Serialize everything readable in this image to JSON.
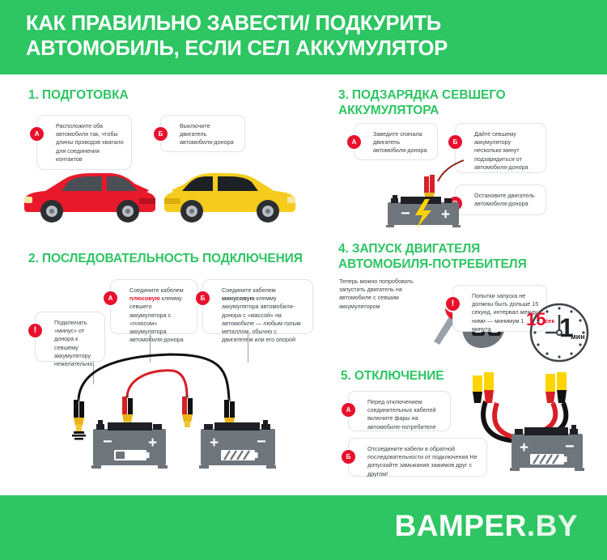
{
  "header": {
    "title_line1": "КАК ПРАВИЛЬНО ЗАВЕСТИ/ ПОДКУРИТЬ",
    "title_line2": "АВТОМОБИЛЬ, ЕСЛИ СЕЛ АККУМУЛЯТОР"
  },
  "footer": {
    "logo_main": "BAMPER",
    "logo_tld": ".BY"
  },
  "colors": {
    "brand_green": "#2ec563",
    "accent_red": "#e8112d",
    "text_dark": "#3d4349",
    "box_border": "#dfe3e8",
    "car_red": "#e8192b",
    "car_yellow": "#f5cc1e",
    "battery_gray": "#6e757b",
    "bolt_yellow": "#ffd400"
  },
  "sections": [
    {
      "id": "1",
      "title": "1. ПОДГОТОВКА",
      "items": [
        {
          "badge": "А",
          "text": "Расположите оба автомобиля так, чтобы длины проводов хватало для соединения контактов"
        },
        {
          "badge": "Б",
          "text": "Выключите двигатель автомобиля-донора"
        }
      ],
      "illustration": "two-cars-red-and-yellow-hoods-open"
    },
    {
      "id": "2",
      "title": "2. ПОСЛЕДОВАТЕЛЬНОСТЬ ПОДКЛЮЧЕНИЯ",
      "items": [
        {
          "badge": "!",
          "text_parts": [
            "Подключать «минус» от донора к севшему аккумулятору нежелательно"
          ],
          "text": "Подключать «минус» от донора к севшему аккумулятору нежелательно"
        },
        {
          "badge": "А",
          "text": "Соединитe кабелем плюсовую клемму севшего аккумулятора с «плюсом» аккумулятора автомобиля-донора",
          "prefix": "Соединитe кабелем ",
          "highlight": "плюсовую",
          "suffix": " клемму севшего аккумулятора с «плюсом» аккумулятора автомобиля-донора"
        },
        {
          "badge": "Б",
          "text": "Соединитe кабелем минусовую клемму аккумулятора автомобиля-донора с «массой» на автомобиле — любым голым металлом, обычно с двигателем или его опорой",
          "prefix": "Соединитe кабелем ",
          "highlight": "минусовую",
          "suffix": " клемму аккумулятора автомобиля-донора с «массой» на автомобиле — любым голым металлом, обычно с двигателем или его опорой"
        }
      ],
      "illustration": "two-batteries-with-jumper-cables-and-ground"
    },
    {
      "id": "3",
      "title_line1": "3. ПОДЗАРЯДКА СЕВШЕГО",
      "title_line2": "АККУМУЛЯТОРА",
      "title": "3. ПОДЗАРЯДКА СЕВШЕГО АККУМУЛЯТОРА",
      "items": [
        {
          "badge": "А",
          "text": "Заведите сначала двигатель автомобиля-донора"
        },
        {
          "badge": "Б",
          "text": "Дайте севшему аккумулятору несколько минут подзарядиться от автомобиля-донора"
        },
        {
          "badge": "В",
          "text": "Остановите двигатель автомобиля-донора"
        }
      ],
      "illustration": "battery-with-lightning-bolt-and-clamps"
    },
    {
      "id": "4",
      "title_line1": "4. ЗАПУСК ДВИГАТЕЛЯ",
      "title_line2": "АВТОМОБИЛЯ-ПОТРЕБИТЕЛЯ",
      "title": "4. ЗАПУСК ДВИГАТЕЛЯ АВТОМОБИЛЯ-ПОТРЕБИТЕЛЯ",
      "lead_text": "Теперь можно попробовать запустить двигатель на автомобиле с севшим аккумулятором",
      "items": [
        {
          "badge": "!",
          "text": "Попытки запуска не должны быть дольше 15 секунд, интервал между ними — минимум 1 минута"
        }
      ],
      "timer": {
        "seconds_value": "15",
        "seconds_unit": "сек",
        "minutes_value": "1",
        "minutes_unit": "мин"
      },
      "illustration": "car-key-with-remote-fob-and-clock"
    },
    {
      "id": "5",
      "title": "5. ОТКЛЮЧЕНИЕ",
      "items": [
        {
          "badge": "А",
          "text": "Перед отключением соединительных кабелей включите фары на автомобиле-потребителе"
        },
        {
          "badge": "Б",
          "text": "Отсоедините кабели в обратной последовательности от подключения Не допускайте замыкания зажимов друг с другом!"
        }
      ],
      "illustration": "battery-with-four-jumper-clamps"
    }
  ]
}
